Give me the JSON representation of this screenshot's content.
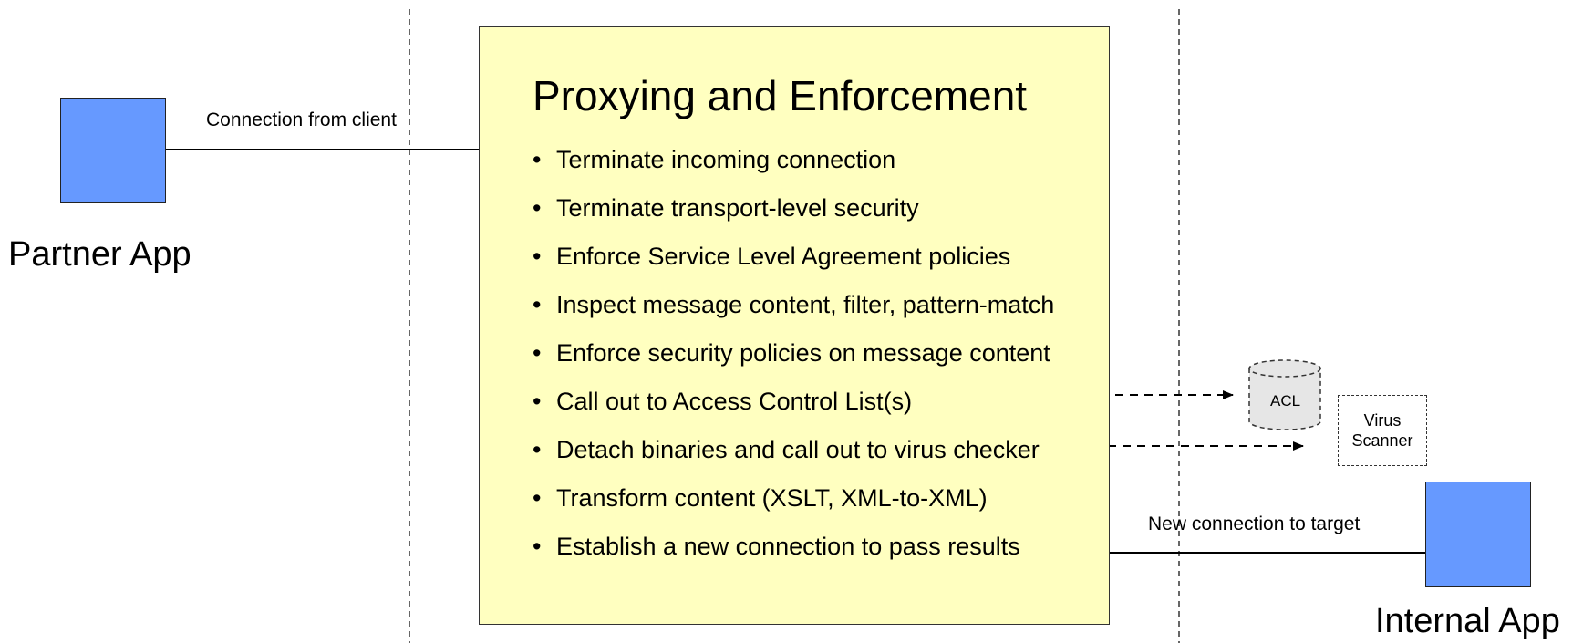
{
  "partner": {
    "label": "Partner App",
    "box_color": "#6699ff"
  },
  "internal": {
    "label": "Internal App",
    "box_color": "#6699ff"
  },
  "connections": {
    "incoming": "Connection from client",
    "outgoing": "New connection to target"
  },
  "proxy": {
    "title": "Proxying and Enforcement",
    "background": "#ffffc0",
    "bullet_glyph": "•",
    "items": [
      "Terminate incoming connection",
      "Terminate transport-level security",
      "Enforce Service Level Agreement policies",
      "Inspect message content, filter, pattern-match",
      "Enforce security policies on message content",
      "Call out to Access Control List(s)",
      "Detach binaries and call out to virus checker",
      "Transform content (XSLT, XML-to-XML)",
      "Establish a new connection to pass results"
    ]
  },
  "acl": {
    "label": "ACL"
  },
  "virus_scanner": {
    "line1": "Virus",
    "line2": "Scanner"
  }
}
